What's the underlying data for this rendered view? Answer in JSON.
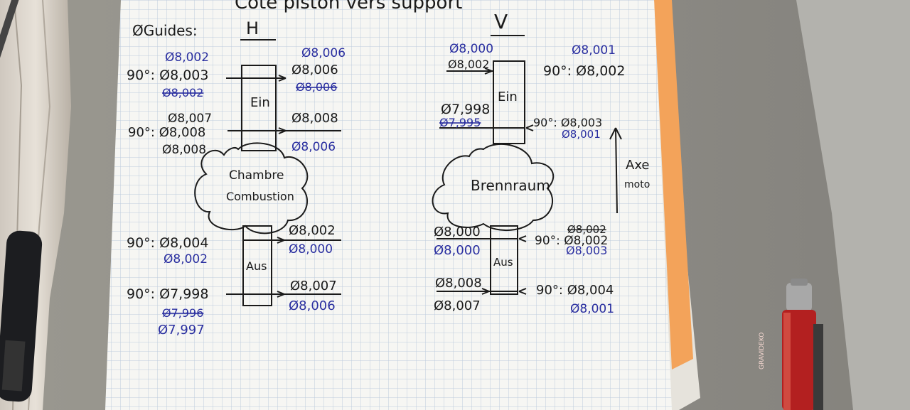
{
  "title": "Coté piston vers support",
  "guides_label": "ØGuides:",
  "col_h": "H",
  "col_v": "V",
  "axe_label": "Axe",
  "moto_label": "moto",
  "left": {
    "top_block": "Ein",
    "bottom_block": "Aus",
    "chamber_line1": "Chambre",
    "chamber_line2": "Combustion",
    "left_values": [
      "Ø8,002",
      "90°: Ø8,003",
      "Ø8,002",
      "Ø8,007",
      "90°: Ø8,008",
      "Ø8,008",
      "90°: Ø8,004",
      "Ø8,002",
      "90°: Ø7,998",
      "Ø7,996",
      "Ø7,997"
    ],
    "right_values": [
      "Ø8,006",
      "Ø8,006",
      "Ø8,006",
      "Ø8,008",
      "Ø8,006",
      "Ø8,002",
      "Ø8,000",
      "Ø8,007",
      "Ø8,006"
    ]
  },
  "right": {
    "top_block": "Ein",
    "bottom_block": "Aus",
    "chamber_label": "Brennraum",
    "left_values": [
      "Ø8,000",
      "Ø8,002",
      "Ø7,998",
      "Ø7,995",
      "Ø8,000",
      "Ø8,000",
      "Ø8,008",
      "Ø8,007"
    ],
    "right_values": [
      "Ø8,001",
      "90°: Ø8,002",
      "90°: Ø8,003",
      "Ø8,001",
      "90°: Ø8,002",
      "Ø8,002",
      "Ø8,003",
      "90°: Ø8,004",
      "Ø8,001"
    ]
  },
  "pen_text": "GRAVIDEKO"
}
